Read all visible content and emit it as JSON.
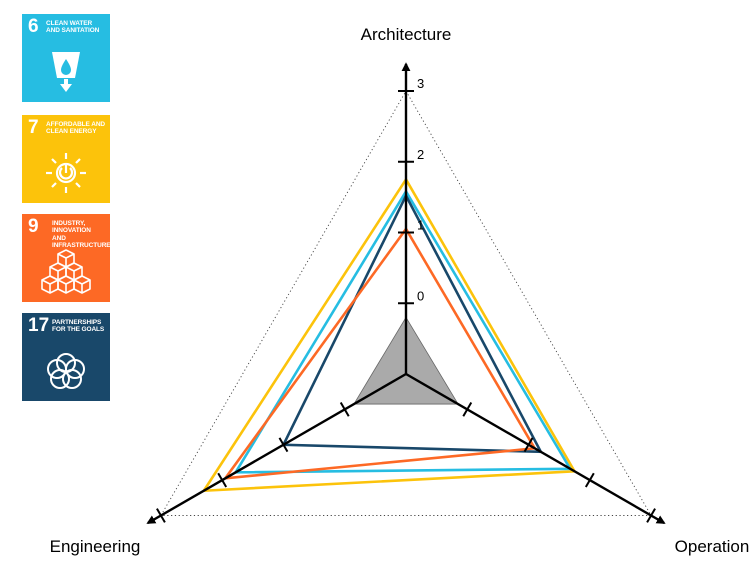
{
  "sdg_tiles": [
    {
      "number": "6",
      "title_line1": "CLEAN WATER",
      "title_line2": "AND SANITATION",
      "color": "#26BDE2",
      "icon": "water-tap-icon"
    },
    {
      "number": "7",
      "title_line1": "AFFORDABLE AND",
      "title_line2": "CLEAN ENERGY",
      "color": "#FCC30B",
      "icon": "sun-power-icon"
    },
    {
      "number": "9",
      "title_line1": "INDUSTRY, INNOVATION",
      "title_line2": "AND INFRASTRUCTURE",
      "color": "#FD6925",
      "icon": "cubes-icon"
    },
    {
      "number": "17",
      "title_line1": "PARTNERSHIPS",
      "title_line2": "FOR THE GOALS",
      "color": "#19486A",
      "icon": "rings-icon"
    }
  ],
  "chart_data": {
    "type": "radar",
    "axes": [
      "Architecture",
      "Operation",
      "Engineering"
    ],
    "tick_labels": [
      "0",
      "1",
      "2",
      "3"
    ],
    "range": [
      -1,
      3
    ],
    "series": [
      {
        "color": "#FCC30B",
        "values": [
          1.75,
          1.75,
          2.3
        ]
      },
      {
        "color": "#26BDE2",
        "values": [
          1.58,
          1.68,
          1.78
        ]
      },
      {
        "color": "#19486A",
        "values": [
          1.52,
          1.2,
          1.0
        ]
      },
      {
        "color": "#FD6925",
        "values": [
          1.05,
          1.1,
          1.95
        ]
      },
      {
        "color": "#999999",
        "fill": "#AAAAAA",
        "values": [
          -0.2,
          -0.15,
          -0.15
        ]
      }
    ]
  }
}
